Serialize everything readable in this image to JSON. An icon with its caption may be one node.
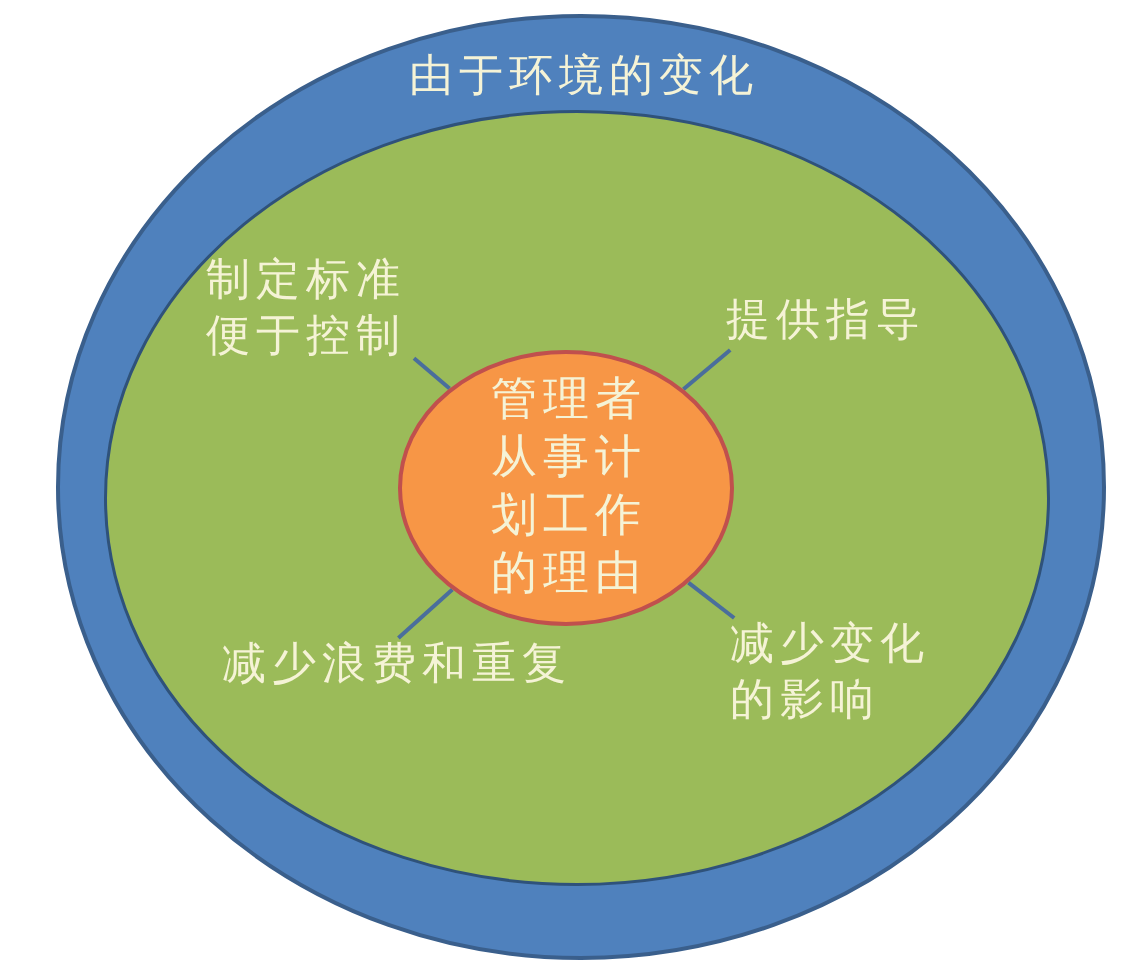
{
  "diagram": {
    "nodes": [
      {
        "text": [
          "由于环境的变化"
        ]
      },
      {
        "text": [],
        "shape": "circle",
        "in": 0
      },
      {
        "text": [
          "制定标准便于控制"
        ],
        "in": 1
      },
      {
        "text": [
          "提供指导"
        ],
        "in": 1
      },
      {
        "text": [
          "管理者从事计划工作的理由"
        ],
        "in": 1
      },
      {
        "text": [
          "减少浪费和重复"
        ],
        "in": 1
      },
      {
        "text": [
          "减少变化的影响"
        ],
        "in": 1
      }
    ],
    "edges": [
      {
        "from": 4,
        "to": 2,
        "arrow": "none"
      },
      {
        "from": 4,
        "to": 3,
        "arrow": "none"
      },
      {
        "from": 4,
        "to": 5,
        "arrow": "none"
      },
      {
        "from": 4,
        "to": 6,
        "arrow": "none"
      }
    ]
  }
}
